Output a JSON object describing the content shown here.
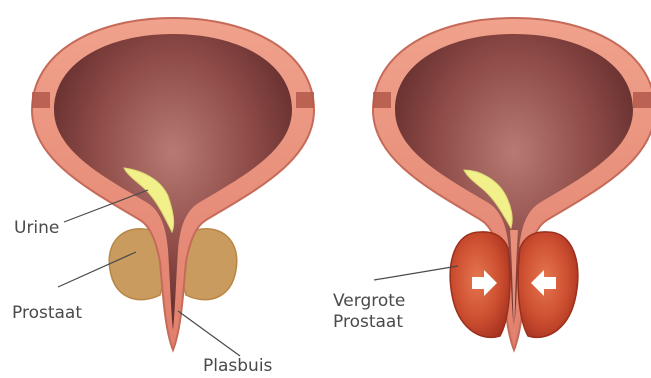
{
  "labels": {
    "urine": "Urine",
    "prostaat": "Prostaat",
    "plasbuis": "Plasbuis",
    "vergrote_line1": "Vergrote",
    "vergrote_line2": "Prostaat"
  },
  "colors": {
    "bladder_wall": "#E8907A",
    "bladder_wall_dark": "#C66B5A",
    "bladder_inner": "#8E4B47",
    "bladder_inner_dark": "#5E2A2A",
    "urine": "#F2F08A",
    "prostate_normal": "#C99B5E",
    "prostate_enlarged": "#C7482D",
    "prostate_enlarged_light": "#E1724F",
    "leader_line": "#4a4a4a",
    "arrow": "#ffffff"
  },
  "icons": [
    "arrow-right-icon",
    "arrow-left-icon"
  ]
}
